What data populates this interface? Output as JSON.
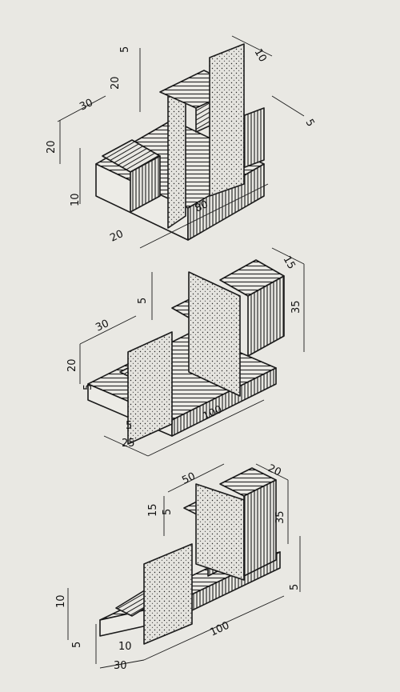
{
  "colors": {
    "paper": "#e9e8e3",
    "ink": "#1b1b1b",
    "plane": "#e2e1dc"
  },
  "figure1": {
    "dims": {
      "d10_top": "10",
      "d5_top": "5",
      "d20_left": "20",
      "d30": "30",
      "d5_right": "5",
      "d20_mid": "20",
      "d10_low": "10",
      "d80": "80",
      "d20_bottom": "20"
    }
  },
  "figure2": {
    "dims": {
      "d15": "15",
      "d5_top": "5",
      "d35": "35",
      "d30": "30",
      "d20": "20",
      "d5_left": "5",
      "d5_bottom": "5",
      "d25": "25",
      "d100": "100"
    }
  },
  "figure3": {
    "dims": {
      "d50": "50",
      "d20": "20",
      "d15": "15",
      "d5_top": "5",
      "d35": "35",
      "d5_right": "5",
      "d10_left": "10",
      "d5_left": "5",
      "d10_bottom": "10",
      "d30": "30",
      "d100": "100"
    }
  }
}
